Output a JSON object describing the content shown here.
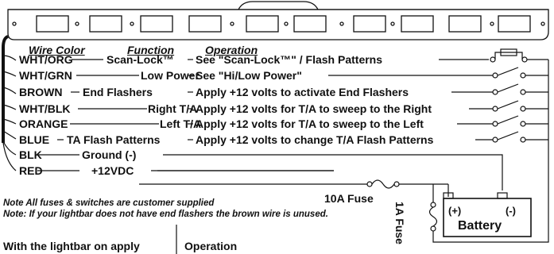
{
  "headers": {
    "wire_color": "Wire Color",
    "function": "Function",
    "operation": "Operation"
  },
  "wires": [
    {
      "color": "WHT/ORG",
      "function": "Scan-Lock™",
      "operation": "See \"Scan-Lock™\" / Flash Patterns"
    },
    {
      "color": "WHT/GRN",
      "function": "Low Power",
      "operation": "See \"Hi/Low Power\""
    },
    {
      "color": "BROWN",
      "function": "End Flashers",
      "operation": "Apply +12 volts to activate End Flashers"
    },
    {
      "color": "WHT/BLK",
      "function": "Right T/A",
      "operation": "Apply +12 volts for T/A to sweep to the Right"
    },
    {
      "color": "ORANGE",
      "function": "Left T/A",
      "operation": "Apply +12 volts for T/A to sweep to the Left"
    },
    {
      "color": "BLUE",
      "function": "TA Flash Patterns",
      "operation": "Apply +12 volts to change T/A Flash Patterns"
    },
    {
      "color": "BLK",
      "function": "Ground (-)",
      "operation": ""
    },
    {
      "color": "RED",
      "function": "+12VDC",
      "operation": ""
    }
  ],
  "notes": {
    "fuses": "Note All fuses & switches are customer supplied",
    "end_flashers": "Note: If your lightbar does not have end flashers the brown wire is unused."
  },
  "fuse_10a": "10A Fuse",
  "fuse_1a": "1A Fuse",
  "battery": {
    "label": "Battery",
    "plus": "(+)",
    "minus": "(-)"
  },
  "bottom": {
    "left": "With the lightbar on apply",
    "right": "Operation"
  }
}
